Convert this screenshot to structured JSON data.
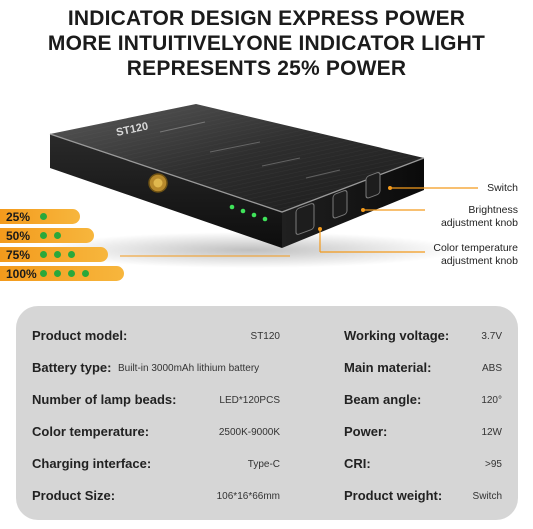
{
  "headline": {
    "line1": "INDICATOR DESIGN EXPRESS POWER",
    "line2": "MORE INTUITIVELYONE INDICATOR LIGHT",
    "line3": "REPRESENTS 25% POWER"
  },
  "device": {
    "model_mark": "ST120"
  },
  "levels": [
    {
      "label": "25%",
      "dots": 1
    },
    {
      "label": "50%",
      "dots": 2
    },
    {
      "label": "75%",
      "dots": 3
    },
    {
      "label": "100%",
      "dots": 4
    }
  ],
  "callouts": {
    "switch": "Switch",
    "brightness_1": "Brightness",
    "brightness_2": "adjustment knob",
    "color_1": "Color temperature",
    "color_2": "adjustment knob"
  },
  "specs": {
    "left": [
      {
        "label": "Product model:",
        "value": "ST120"
      },
      {
        "label": "Battery type:",
        "value": "Built-in 3000mAh lithium battery"
      },
      {
        "label": "Number of lamp beads:",
        "value": "LED*120PCS"
      },
      {
        "label": "Color temperature:",
        "value": "2500K-9000K"
      },
      {
        "label": "Charging interface:",
        "value": "Type-C"
      },
      {
        "label": "Product Size:",
        "value": "106*16*66mm"
      }
    ],
    "right": [
      {
        "label": "Working voltage:",
        "value": "3.7V"
      },
      {
        "label": "Main material:",
        "value": "ABS"
      },
      {
        "label": "Beam angle:",
        "value": "120°"
      },
      {
        "label": "Power:",
        "value": "12W"
      },
      {
        "label": "CRI:",
        "value": ">95"
      },
      {
        "label": "Product weight:",
        "value": "Switch"
      }
    ]
  },
  "colors": {
    "accent_orange": "#f39a1c",
    "indicator_green": "#2aa83b",
    "panel_gray": "#d6d6d6"
  }
}
